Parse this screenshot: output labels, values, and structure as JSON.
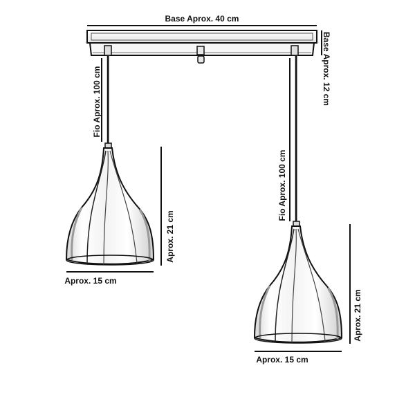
{
  "diagram": {
    "dimensions": {
      "base_width": "Base Aprox. 40 cm",
      "base_depth": "Base Aprox. 12 cm",
      "cord_left": "Fio Aprox. 100 cm",
      "cord_right": "Fio Aprox. 100 cm",
      "shade_left_height": "Aprox. 21 cm",
      "shade_left_width": "Aprox. 15 cm",
      "shade_right_height": "Aprox. 21 cm",
      "shade_right_width": "Aprox. 15 cm"
    },
    "colors": {
      "ink": "#111111",
      "shade_fill": "#f4f4f4",
      "shade_shadow": "#b8b8b8",
      "base_fill": "#f2f2f2"
    }
  }
}
